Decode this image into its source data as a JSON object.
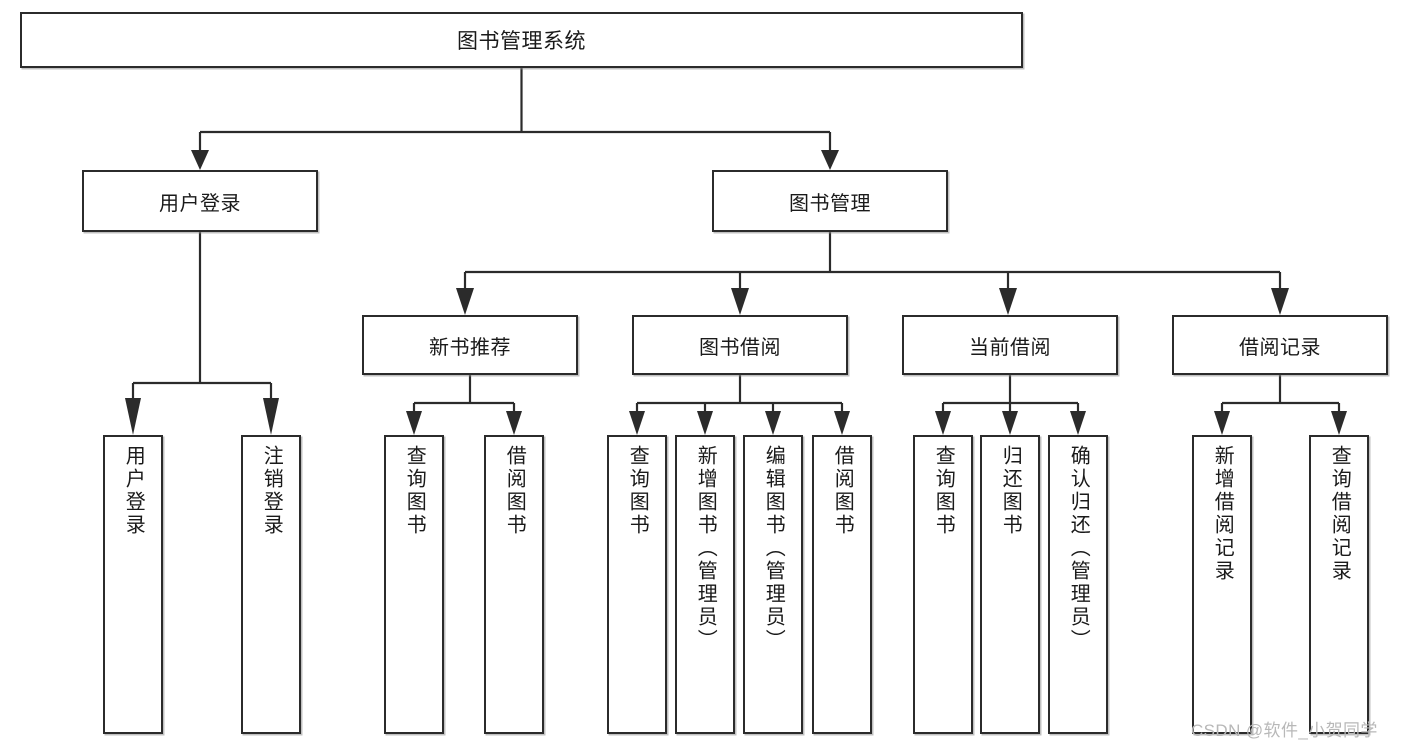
{
  "diagram": {
    "title": "图书管理系统",
    "type": "functional-structure-tree",
    "watermark": "CSDN @软件_小贺同学",
    "colors": {
      "stroke": "#2b2b2b",
      "fill": "#ffffff",
      "text": "#1a1a1a",
      "watermark": "#b8b8b8"
    },
    "nodes": {
      "root": {
        "label": "图书管理系统"
      },
      "level2": [
        {
          "id": "user-login",
          "label": "用户登录"
        },
        {
          "id": "book-management",
          "label": "图书管理"
        }
      ],
      "level3": [
        {
          "id": "new-book-recommend",
          "label": "新书推荐"
        },
        {
          "id": "book-borrow",
          "label": "图书借阅"
        },
        {
          "id": "current-borrow",
          "label": "当前借阅"
        },
        {
          "id": "borrow-record",
          "label": "借阅记录"
        }
      ],
      "leaves": {
        "user-login": [
          {
            "id": "leaf-user-login",
            "label": "用户登录"
          },
          {
            "id": "leaf-logout-login",
            "label": "注销登录"
          }
        ],
        "new-book-recommend": [
          {
            "id": "leaf-query-book-1",
            "label": "查询图书"
          },
          {
            "id": "leaf-borrow-book-1",
            "label": "借阅图书"
          }
        ],
        "book-borrow": [
          {
            "id": "leaf-query-book-2",
            "label": "查询图书"
          },
          {
            "id": "leaf-add-book",
            "label": "新增图书（管理员）"
          },
          {
            "id": "leaf-edit-book",
            "label": "编辑图书（管理员）"
          },
          {
            "id": "leaf-borrow-book-2",
            "label": "借阅图书"
          }
        ],
        "current-borrow": [
          {
            "id": "leaf-query-book-3",
            "label": "查询图书"
          },
          {
            "id": "leaf-return-book",
            "label": "归还图书"
          },
          {
            "id": "leaf-confirm-return",
            "label": "确认归还（管理员）"
          }
        ],
        "borrow-record": [
          {
            "id": "leaf-add-record",
            "label": "新增借阅记录"
          },
          {
            "id": "leaf-query-record",
            "label": "查询借阅记录"
          }
        ]
      }
    }
  }
}
